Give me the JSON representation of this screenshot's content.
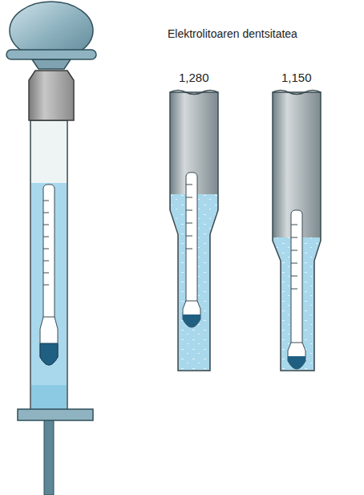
{
  "diagram": {
    "title": "Elektrolitoaren dentsitatea",
    "labels": [
      "1,280",
      "1,150"
    ]
  }
}
